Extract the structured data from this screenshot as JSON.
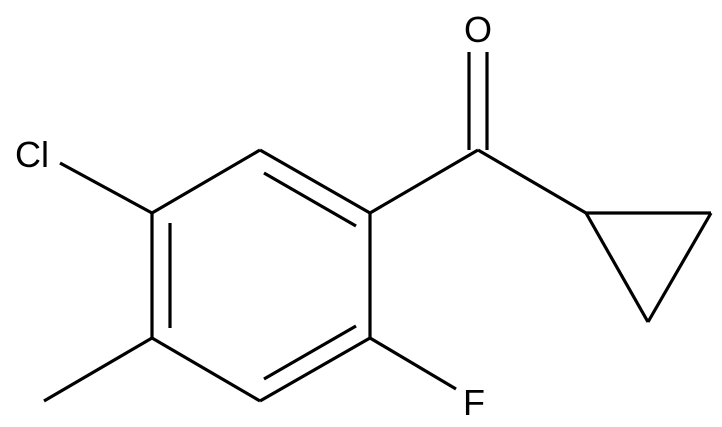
{
  "molecule": {
    "atoms": {
      "oxygen": "O",
      "chlorine": "Cl",
      "fluorine": "F"
    },
    "colors": {
      "bond": "#000000",
      "background": "#ffffff"
    }
  }
}
